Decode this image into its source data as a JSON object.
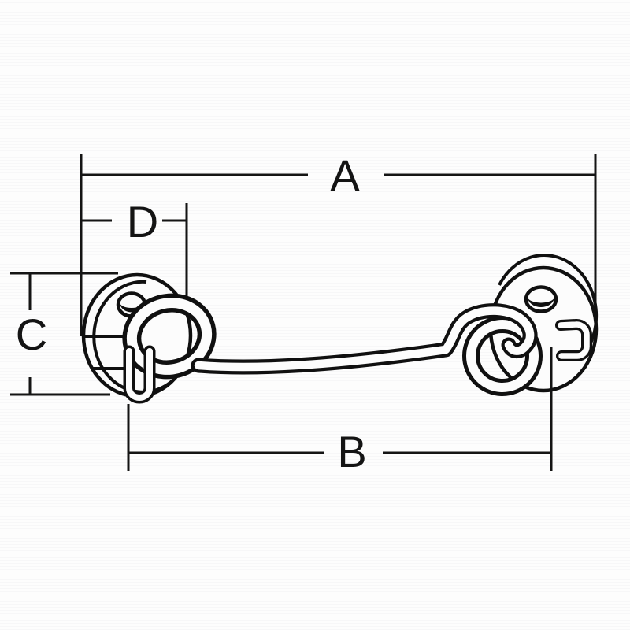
{
  "canvas": {
    "background": "#fcfcfc",
    "line_color": "#141414"
  },
  "dimension_labels": {
    "a": "A",
    "b": "B",
    "c": "C",
    "d": "D"
  }
}
